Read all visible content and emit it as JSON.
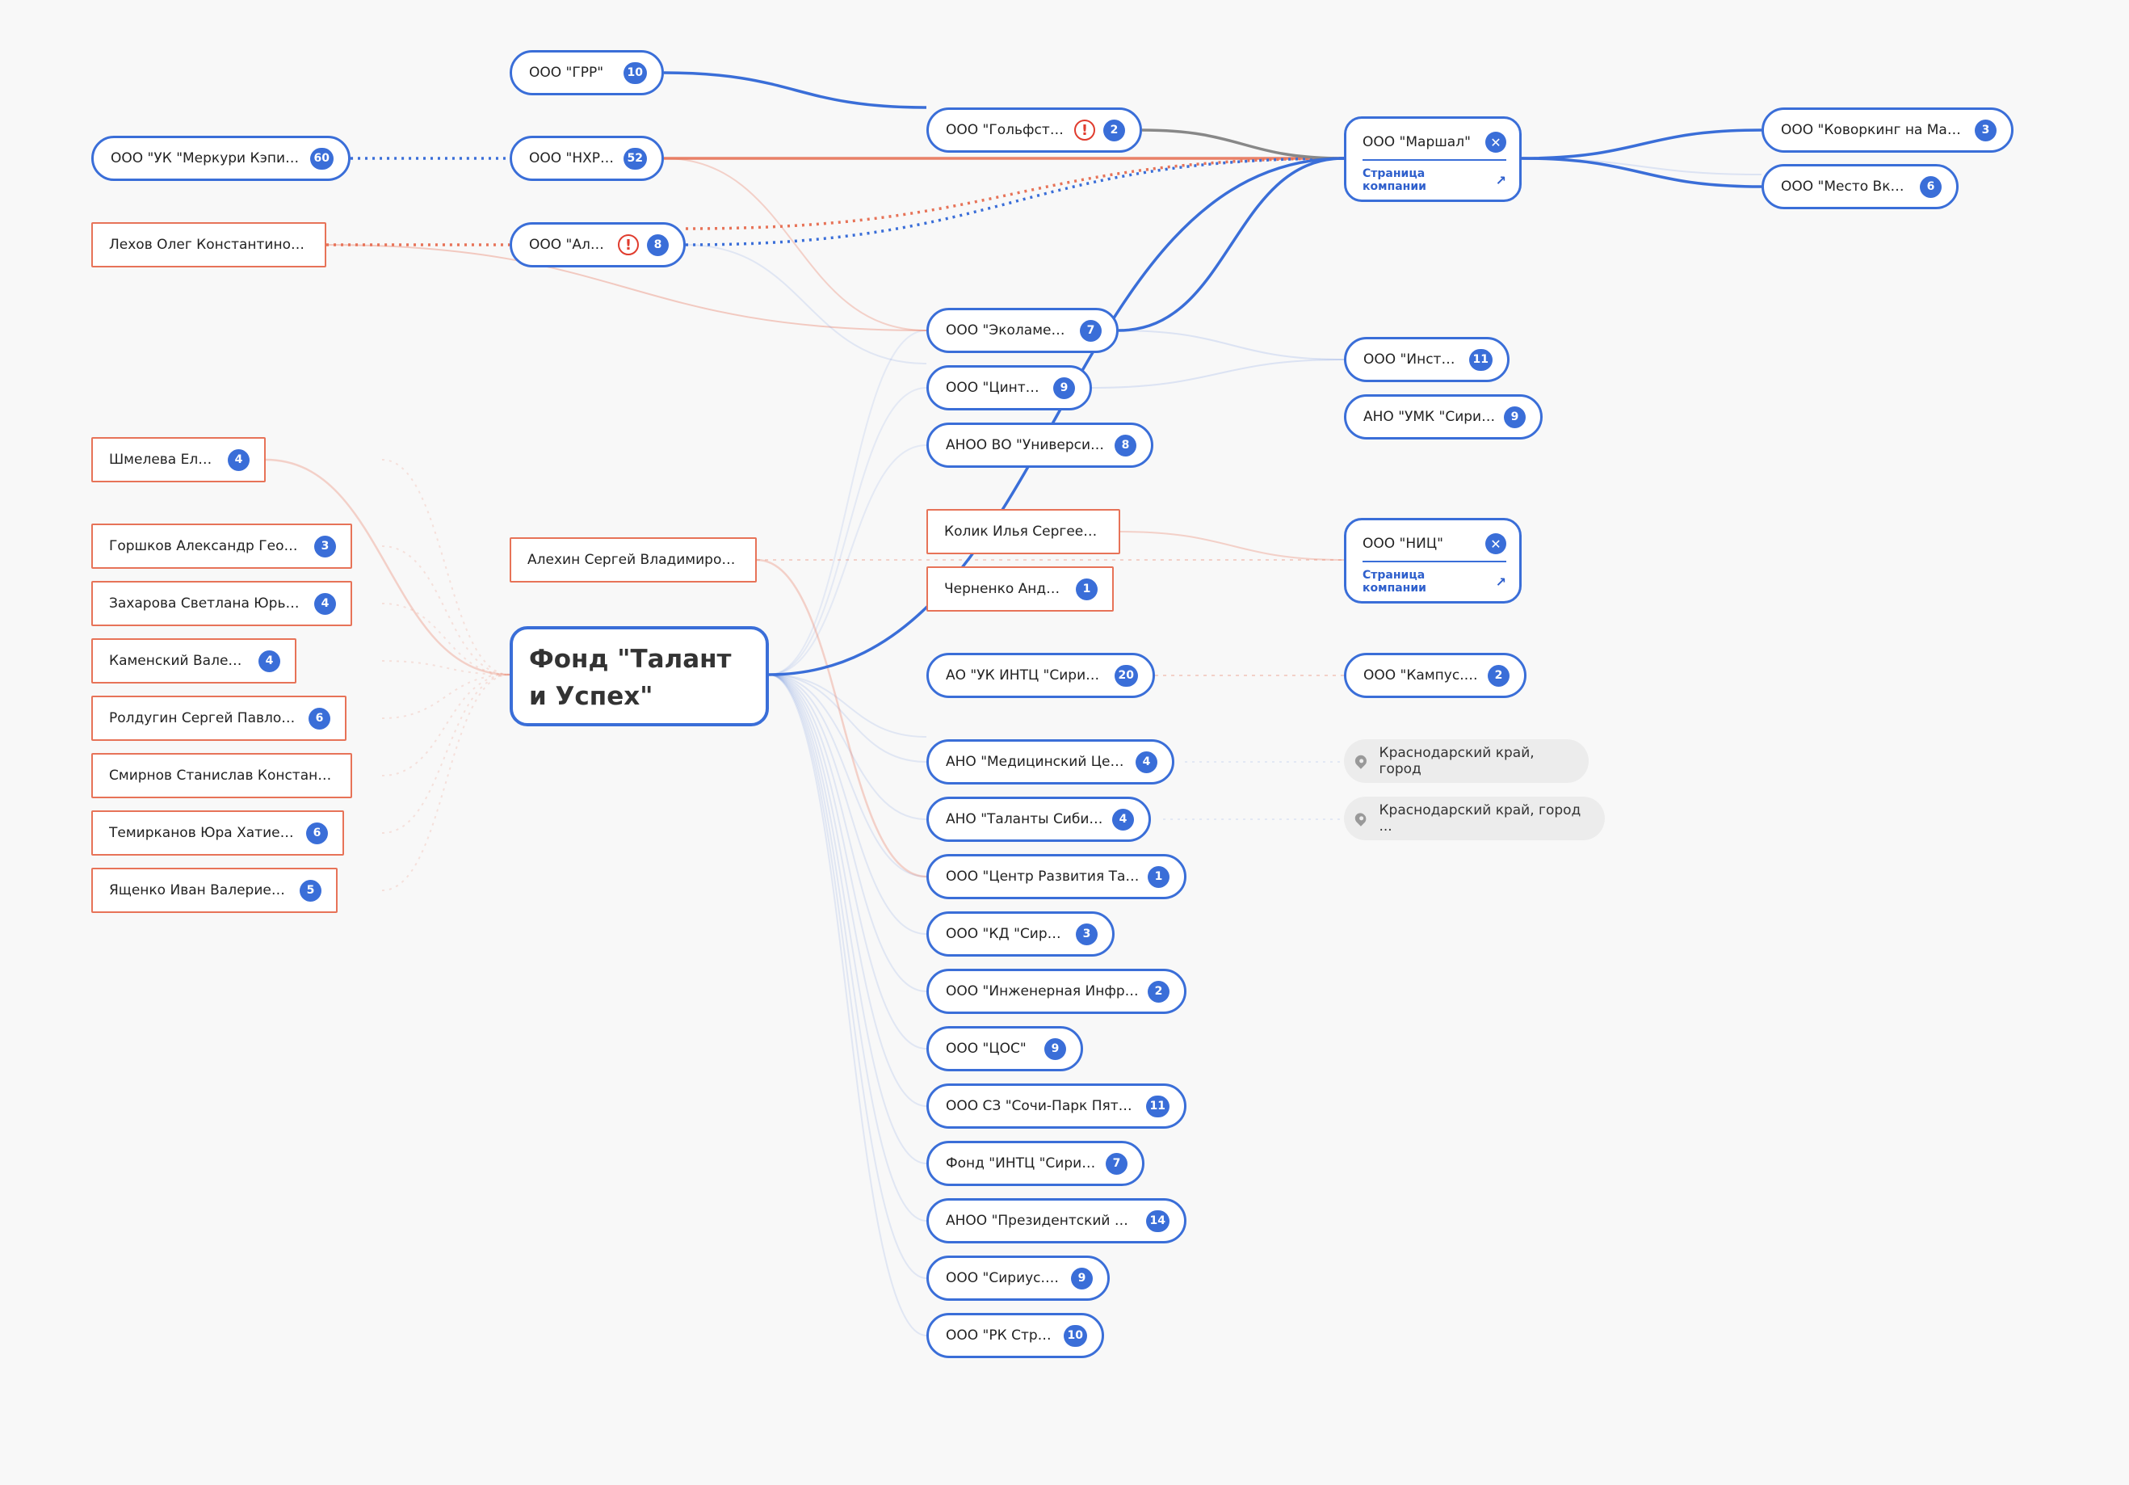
{
  "colors": {
    "company": "#3a6ed8",
    "person": "#e77358",
    "alert": "#e03c2e",
    "location_bg": "#ececec"
  },
  "main": {
    "title": "Фонд \"Талант и Успех\""
  },
  "companies": [
    {
      "id": "grr",
      "label": "ООО \"ГРР\"",
      "count": "10"
    },
    {
      "id": "merkuri",
      "label": "ООО \"УК \"Меркури Кэпит...",
      "count": "60"
    },
    {
      "id": "nhrs",
      "label": "ООО \"НХРС\"",
      "count": "52"
    },
    {
      "id": "alfa",
      "label": "ООО \"Альфа\"",
      "count": "8",
      "alert": "!"
    },
    {
      "id": "golfstrim",
      "label": "ООО \"Гольфстрим\"",
      "count": "2",
      "alert": "!"
    },
    {
      "id": "ekolamelli",
      "label": "ООО \"Эколамелли\"",
      "count": "7"
    },
    {
      "id": "tsintex",
      "label": "ООО \"Цинтэкс\"",
      "count": "9"
    },
    {
      "id": "universitet",
      "label": "АНОО ВО \"Университет",
      "count": "8"
    },
    {
      "id": "uk_intc",
      "label": "АО \"УК ИНТЦ \"Сириус\"",
      "count": "20"
    },
    {
      "id": "med",
      "label": "АНО \"Медицинский Центр",
      "count": "4"
    },
    {
      "id": "talanty",
      "label": "АНО \"Таланты Сибири\"",
      "count": "4"
    },
    {
      "id": "crt",
      "label": "ООО \"Центр Развития Тал...",
      "count": "1"
    },
    {
      "id": "kd",
      "label": "ООО \"КД \"Сириус\"",
      "count": "3"
    },
    {
      "id": "infra",
      "label": "ООО \"Инженерная Инфрас...",
      "count": "2"
    },
    {
      "id": "tsos",
      "label": "ООО \"ЦОС\"",
      "count": "9"
    },
    {
      "id": "sochi",
      "label": "ООО СЗ \"Сочи-Парк Пять ...",
      "count": "11"
    },
    {
      "id": "fond_intc",
      "label": "Фонд \"ИНТЦ \"Сириус\"",
      "count": "7"
    },
    {
      "id": "prez",
      "label": "АНОО \"Президентский Ли...",
      "count": "14"
    },
    {
      "id": "sirius_is",
      "label": "ООО \"Сириус.ИС\"",
      "count": "9"
    },
    {
      "id": "rk",
      "label": "ООО \"РК Строй\"",
      "count": "10"
    },
    {
      "id": "instoun",
      "label": "ООО \"Инстоун\"",
      "count": "11"
    },
    {
      "id": "umk",
      "label": "АНО \"УМК \"Сириус\"",
      "count": "9"
    },
    {
      "id": "kampus",
      "label": "ООО \"Кампус.ФТ\"",
      "count": "2"
    },
    {
      "id": "kovorking",
      "label": "ООО \"Коворкинг на Малом\"",
      "count": "3"
    },
    {
      "id": "mesto",
      "label": "ООО \"Место Вкуса\"",
      "count": "6"
    }
  ],
  "persons": [
    {
      "id": "lehov",
      "label": "Лехов Олег Константинович",
      "count": ""
    },
    {
      "id": "shmeleva",
      "label": "Шмелева Елена",
      "count": "4"
    },
    {
      "id": "gorshkov",
      "label": "Горшков Александр Георг...",
      "count": "3"
    },
    {
      "id": "zaharova",
      "label": "Захарова Светлана Юрьев...",
      "count": "4"
    },
    {
      "id": "kamenskiy",
      "label": "Каменский Валерий",
      "count": "4"
    },
    {
      "id": "roldugin",
      "label": "Ролдугин Сергей Павлович",
      "count": "6"
    },
    {
      "id": "smirnov",
      "label": "Смирнов Станислав Констант...",
      "count": ""
    },
    {
      "id": "temirkanov",
      "label": "Темирканов Юра Хатиевич",
      "count": "6"
    },
    {
      "id": "yaschenko",
      "label": "Ященко Иван Валериевич",
      "count": "5"
    },
    {
      "id": "alehin",
      "label": "Алехин Сергей Владимирович",
      "count": ""
    },
    {
      "id": "kolik",
      "label": "Колик Илья Сергеевич",
      "count": ""
    },
    {
      "id": "chernenko",
      "label": "Черненко Андрей",
      "count": "1"
    }
  ],
  "cards": [
    {
      "id": "marshal",
      "label": "ООО \"Маршал\"",
      "close": "✕",
      "link": "Страница компании",
      "link_icon": "↗"
    },
    {
      "id": "nits",
      "label": "ООО \"НИЦ\"",
      "close": "✕",
      "link": "Страница компании",
      "link_icon": "↗"
    }
  ],
  "locations": [
    {
      "id": "loc1",
      "label": "Краснодарский край, город"
    },
    {
      "id": "loc2",
      "label": "Краснодарский край, город ..."
    }
  ]
}
